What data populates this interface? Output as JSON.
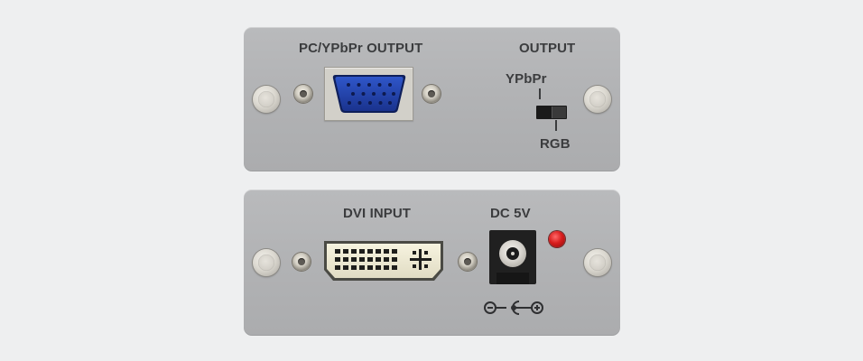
{
  "top_panel": {
    "output_port_label": "PC/YPbPr OUTPUT",
    "switch_label": "OUTPUT",
    "switch_option_top": "YPbPr",
    "switch_option_bottom": "RGB",
    "switch_position": "RGB",
    "icons": [
      "panel-screw-icon",
      "jack-screw-icon",
      "vga-port-icon"
    ]
  },
  "bottom_panel": {
    "input_port_label": "DVI INPUT",
    "power_label": "DC 5V",
    "led_color": "#d81d1d",
    "icons": [
      "panel-screw-icon",
      "jack-screw-icon",
      "dvi-port-icon",
      "dc-jack-icon",
      "led-icon",
      "dc-polarity-icon"
    ]
  },
  "colors": {
    "background": "#eeeff0",
    "panel": "#b2b3b5",
    "vga_connector": "#1f3fa6",
    "text": "#3b3c3e"
  }
}
